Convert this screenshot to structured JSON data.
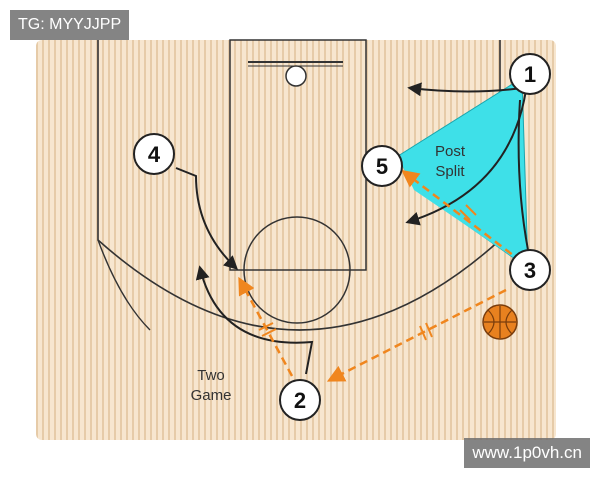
{
  "watermarks": {
    "top_left": "TG: MYYJJPP",
    "bottom_right": "www.1p0vh.cn"
  },
  "players": [
    {
      "id": "1",
      "label": "1"
    },
    {
      "id": "2",
      "label": "2"
    },
    {
      "id": "3",
      "label": "3"
    },
    {
      "id": "4",
      "label": "4"
    },
    {
      "id": "5",
      "label": "5"
    }
  ],
  "annotations": {
    "post_split_line1": "Post",
    "post_split_line2": "Split",
    "two_game_line1": "Two",
    "two_game_line2": "Game"
  },
  "colors": {
    "court_wood": "#f6e3c9",
    "court_stripe": "#e2c6a3",
    "lines": "#333333",
    "pass": "#f0861e",
    "highlight": "#3ee0e8",
    "ball": "#e8811f"
  }
}
